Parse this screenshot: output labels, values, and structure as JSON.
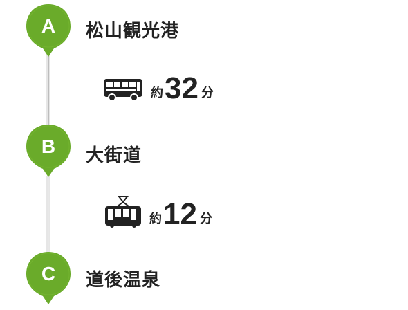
{
  "colors": {
    "pin": "#6aab2a",
    "pin_dark": "#5a9a20",
    "line": "#bdbdbd",
    "text": "#222222"
  },
  "stops": [
    {
      "letter": "A",
      "name": "松山観光港"
    },
    {
      "letter": "B",
      "name": "大街道"
    },
    {
      "letter": "C",
      "name": "道後温泉"
    }
  ],
  "legs": [
    {
      "mode": "bus-icon",
      "prefix": "約",
      "minutes": "32",
      "unit": "分"
    },
    {
      "mode": "tram-icon",
      "prefix": "約",
      "minutes": "12",
      "unit": "分"
    }
  ]
}
